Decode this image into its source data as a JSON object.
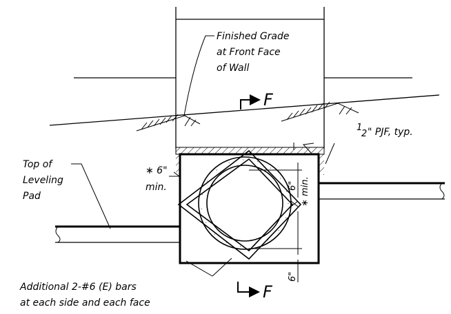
{
  "labels": {
    "finished_grade_1": "Finished Grade",
    "finished_grade_2": "at Front Face",
    "finished_grade_3": "of Wall",
    "section_letter_top": "F",
    "section_letter_bottom": "F",
    "pjf_half": "1",
    "pjf_2": "2",
    "pjf_rest": "\" PJF, typ.",
    "leveling_1": "Top of",
    "leveling_2": "Leveling",
    "leveling_3": "Pad",
    "six_min_1": "∗ 6\"",
    "six_min_2": "min.",
    "dim_6_right": "6\"",
    "dim_min_right": "∗ min.",
    "dim_6_bottom": "6\"",
    "bars_1": "Additional 2-#6 (E) bars",
    "bars_2": "at each side and each face"
  }
}
